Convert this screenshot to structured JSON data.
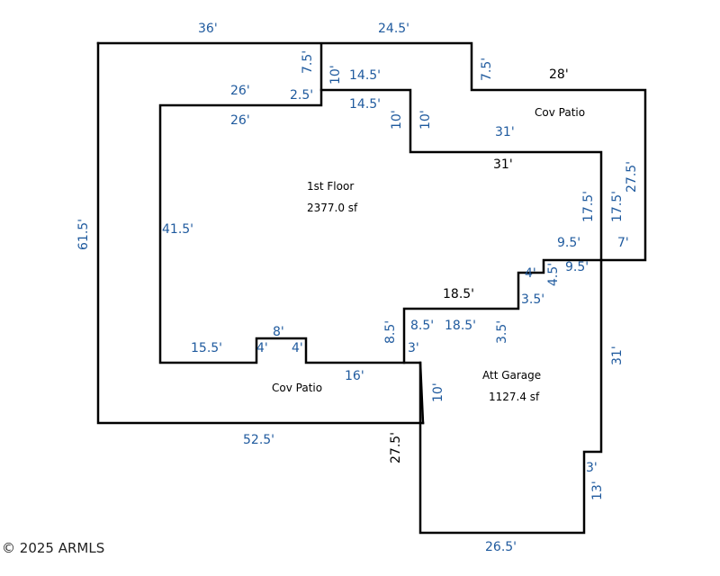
{
  "colors": {
    "wall": "#000000",
    "dimension_blue": "#1f5a9e",
    "dimension_black": "#000000"
  },
  "rooms": {
    "first_floor": {
      "name": "1st Floor",
      "area": "2377.0 sf"
    },
    "att_garage": {
      "name": "Att Garage",
      "area": "1127.4 sf"
    },
    "cov_patio_right": {
      "name": "Cov Patio"
    },
    "cov_patio_bottom": {
      "name": "Cov Patio"
    }
  },
  "dimensions": {
    "top_left_36": "36'",
    "top_mid_24_5": "24.5'",
    "step_7_5_left": "7.5'",
    "step_7_5_right": "7.5'",
    "top_right_28": "28'",
    "inner_10_top": "10'",
    "inner_14_5_top": "14.5'",
    "outer_26": "26'",
    "inner_2_5": "2.5'",
    "inner_26": "26'",
    "inner_14_5": "14.5'",
    "inner_10_a": "10'",
    "inner_10_b": "10'",
    "patio_31": "31'",
    "floor_31": "31'",
    "left_61_5": "61.5'",
    "inner_41_5": "41.5'",
    "right_17_5_a": "17.5'",
    "right_17_5_b": "17.5'",
    "right_27_5": "27.5'",
    "step_9_5_a": "9.5'",
    "patio_7": "7'",
    "step_9_5_b": "9.5'",
    "step_4": "4'",
    "step_4_5": "4.5'",
    "step_18_5_top": "18.5'",
    "step_3_5_a": "3.5'",
    "step_8_5_a": "8.5'",
    "step_8_5_b": "8.5'",
    "step_18_5_b": "18.5'",
    "step_3_5_b": "3.5'",
    "notch_8": "8'",
    "bottom_15_5": "15.5'",
    "notch_4_a": "4'",
    "notch_4_b": "4'",
    "step_3": "3'",
    "patio_16": "16'",
    "garage_10": "10'",
    "garage_31": "31'",
    "bottom_52_5": "52.5'",
    "garage_27_5": "27.5'",
    "garage_3": "3'",
    "garage_13": "13'",
    "garage_26_5": "26.5'"
  },
  "copyright": "2025 ARMLS"
}
